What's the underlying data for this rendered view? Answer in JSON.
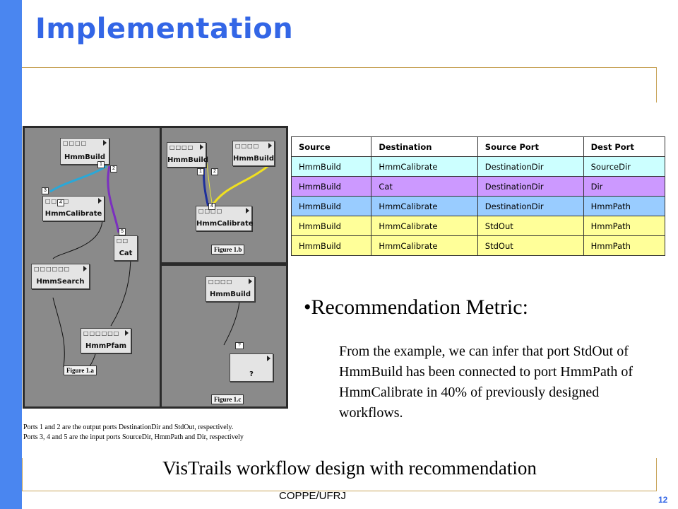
{
  "slide": {
    "title": "Implementation",
    "footer_caption": "VisTrails workflow design with recommendation",
    "footer_org": "COPPE/UFRJ",
    "page_number": "12",
    "accent_color": "#3366e6",
    "bar_color": "#4a86f0",
    "rule_color": "#c8a45a"
  },
  "figure": {
    "panel_a": {
      "modules": [
        {
          "name": "HmmBuild",
          "ports": "□□□□"
        },
        {
          "name": "HmmCalibrate",
          "ports": "□□□□"
        },
        {
          "name": "Cat",
          "ports": "□□"
        },
        {
          "name": "HmmSearch",
          "ports": "□□□□□□"
        },
        {
          "name": "HmmPfam",
          "ports": "□□□□□□"
        }
      ],
      "port_numbers": [
        "1",
        "2",
        "3",
        "4",
        "5"
      ],
      "label": "Figure 1.a"
    },
    "panel_b": {
      "modules": [
        {
          "name": "HmmBuild",
          "ports": "□□□□"
        },
        {
          "name": "HmmBuild",
          "ports": "□□□□"
        },
        {
          "name": "HmmCalibrate",
          "ports": "□□□□"
        }
      ],
      "port_numbers": [
        "1",
        "2",
        "4"
      ],
      "label": "Figure 1.b"
    },
    "panel_c": {
      "modules": [
        {
          "name": "HmmBuild",
          "ports": "□□□□"
        },
        {
          "name": "?",
          "ports": ""
        }
      ],
      "port_label": "?",
      "label": "Figure 1.c"
    },
    "caption_lines": [
      "Ports 1 and 2 are the output ports DestinationDir and StdOut, respectively.",
      "Ports 3, 4 and 5 are the input ports SourceDir, HmmPath and Dir, respectively"
    ]
  },
  "table": {
    "headers": [
      "Source",
      "Destination",
      "Source Port",
      "Dest Port"
    ],
    "rows": [
      {
        "cells": [
          "HmmBuild",
          "HmmCalibrate",
          "DestinationDir",
          "SourceDir"
        ],
        "color": "#ccffff"
      },
      {
        "cells": [
          "HmmBuild",
          "Cat",
          "DestinationDir",
          "Dir"
        ],
        "color": "#cc99ff"
      },
      {
        "cells": [
          "HmmBuild",
          "HmmCalibrate",
          "DestinationDir",
          "HmmPath"
        ],
        "color": "#99ccff"
      },
      {
        "cells": [
          "HmmBuild",
          "HmmCalibrate",
          "StdOut",
          "HmmPath"
        ],
        "color": "#ffff99"
      },
      {
        "cells": [
          "HmmBuild",
          "HmmCalibrate",
          "StdOut",
          "HmmPath"
        ],
        "color": "#ffff99"
      }
    ]
  },
  "recommendation": {
    "title": "•Recommendation Metric:",
    "text": "From the example, we can infer that port StdOut of HmmBuild has been connected to port HmmPath of HmmCalibrate in 40% of previously designed workflows."
  }
}
